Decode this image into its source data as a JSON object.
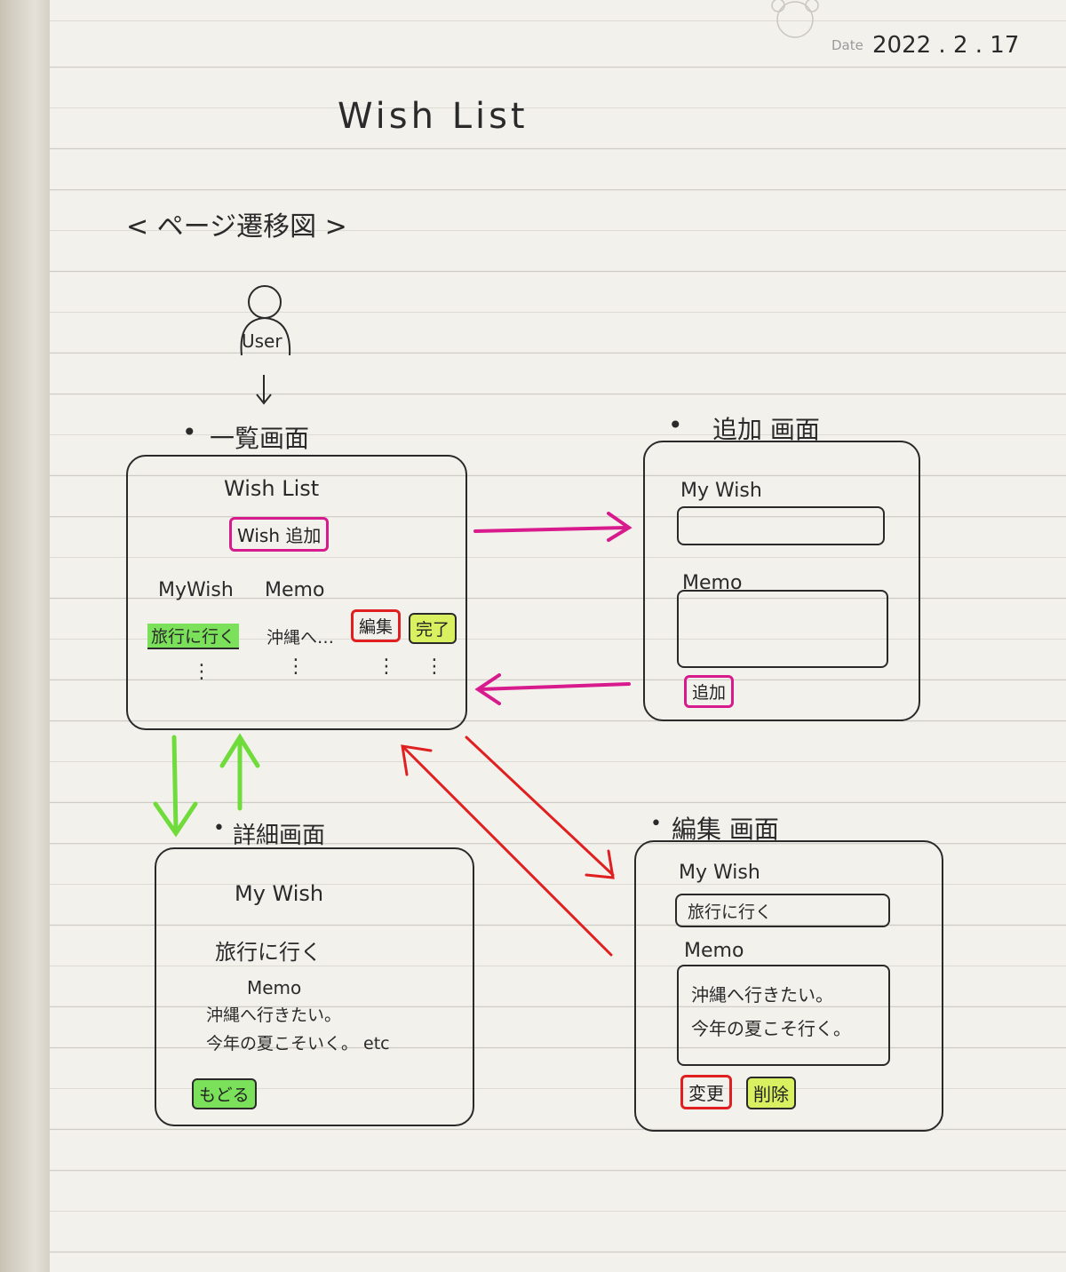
{
  "header": {
    "date_label": "Date",
    "date_value": "2022 . 2 . 17",
    "title": "Wish  List"
  },
  "section": {
    "title": "< ページ遷移図 >"
  },
  "user": {
    "label": "User"
  },
  "list_screen": {
    "heading": "一覧画面",
    "app_title": "Wish List",
    "add_button": "Wish 追加",
    "col_mywish": "MyWish",
    "col_memo": "Memo",
    "row_wish": "旅行に行く",
    "row_memo": "沖縄へ…",
    "edit_button": "編集",
    "done_button": "完了",
    "more": "⋮"
  },
  "add_screen": {
    "heading": "追加 画面",
    "mywish_label": "My Wish",
    "memo_label": "Memo",
    "add_button": "追加"
  },
  "detail_screen": {
    "heading": "詳細画面",
    "mywish_label": "My  Wish",
    "wish_value": "旅行に行く",
    "memo_label": "Memo",
    "memo_line1": "沖縄へ行きたい。",
    "memo_line2": "今年の夏こそいく。 etc",
    "back_button": "もどる"
  },
  "edit_screen": {
    "heading": "編集 画面",
    "mywish_label": "My Wish",
    "wish_value": "旅行に行く",
    "memo_label": "Memo",
    "memo_line1": "沖縄へ行きたい。",
    "memo_line2": "今年の夏こそ行く。",
    "change_button": "変更",
    "delete_button": "削除"
  },
  "colors": {
    "pink": "#d81b8c",
    "red": "#e02020",
    "green": "#6fdc3c",
    "lime": "#d9f060"
  }
}
